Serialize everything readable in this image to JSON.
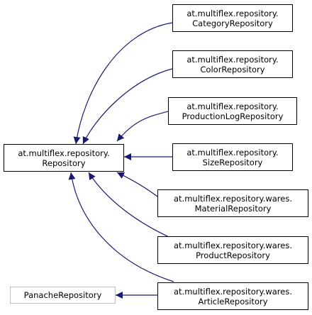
{
  "colors": {
    "edge": "#191970",
    "box_border": "#000000",
    "external_box_border": "#bfbfbf",
    "background": "#ffffff"
  },
  "nodes": {
    "repository": {
      "line1": "at.multiflex.repository.",
      "line2": "Repository"
    },
    "category": {
      "line1": "at.multiflex.repository.",
      "line2": "CategoryRepository"
    },
    "color": {
      "line1": "at.multiflex.repository.",
      "line2": "ColorRepository"
    },
    "productionlog": {
      "line1": "at.multiflex.repository.",
      "line2": "ProductionLogRepository"
    },
    "size": {
      "line1": "at.multiflex.repository.",
      "line2": "SizeRepository"
    },
    "material": {
      "line1": "at.multiflex.repository.wares.",
      "line2": "MaterialRepository"
    },
    "product": {
      "line1": "at.multiflex.repository.wares.",
      "line2": "ProductRepository"
    },
    "article": {
      "line1": "at.multiflex.repository.wares.",
      "line2": "ArticleRepository"
    },
    "panache": {
      "line1": "PanacheRepository"
    }
  }
}
